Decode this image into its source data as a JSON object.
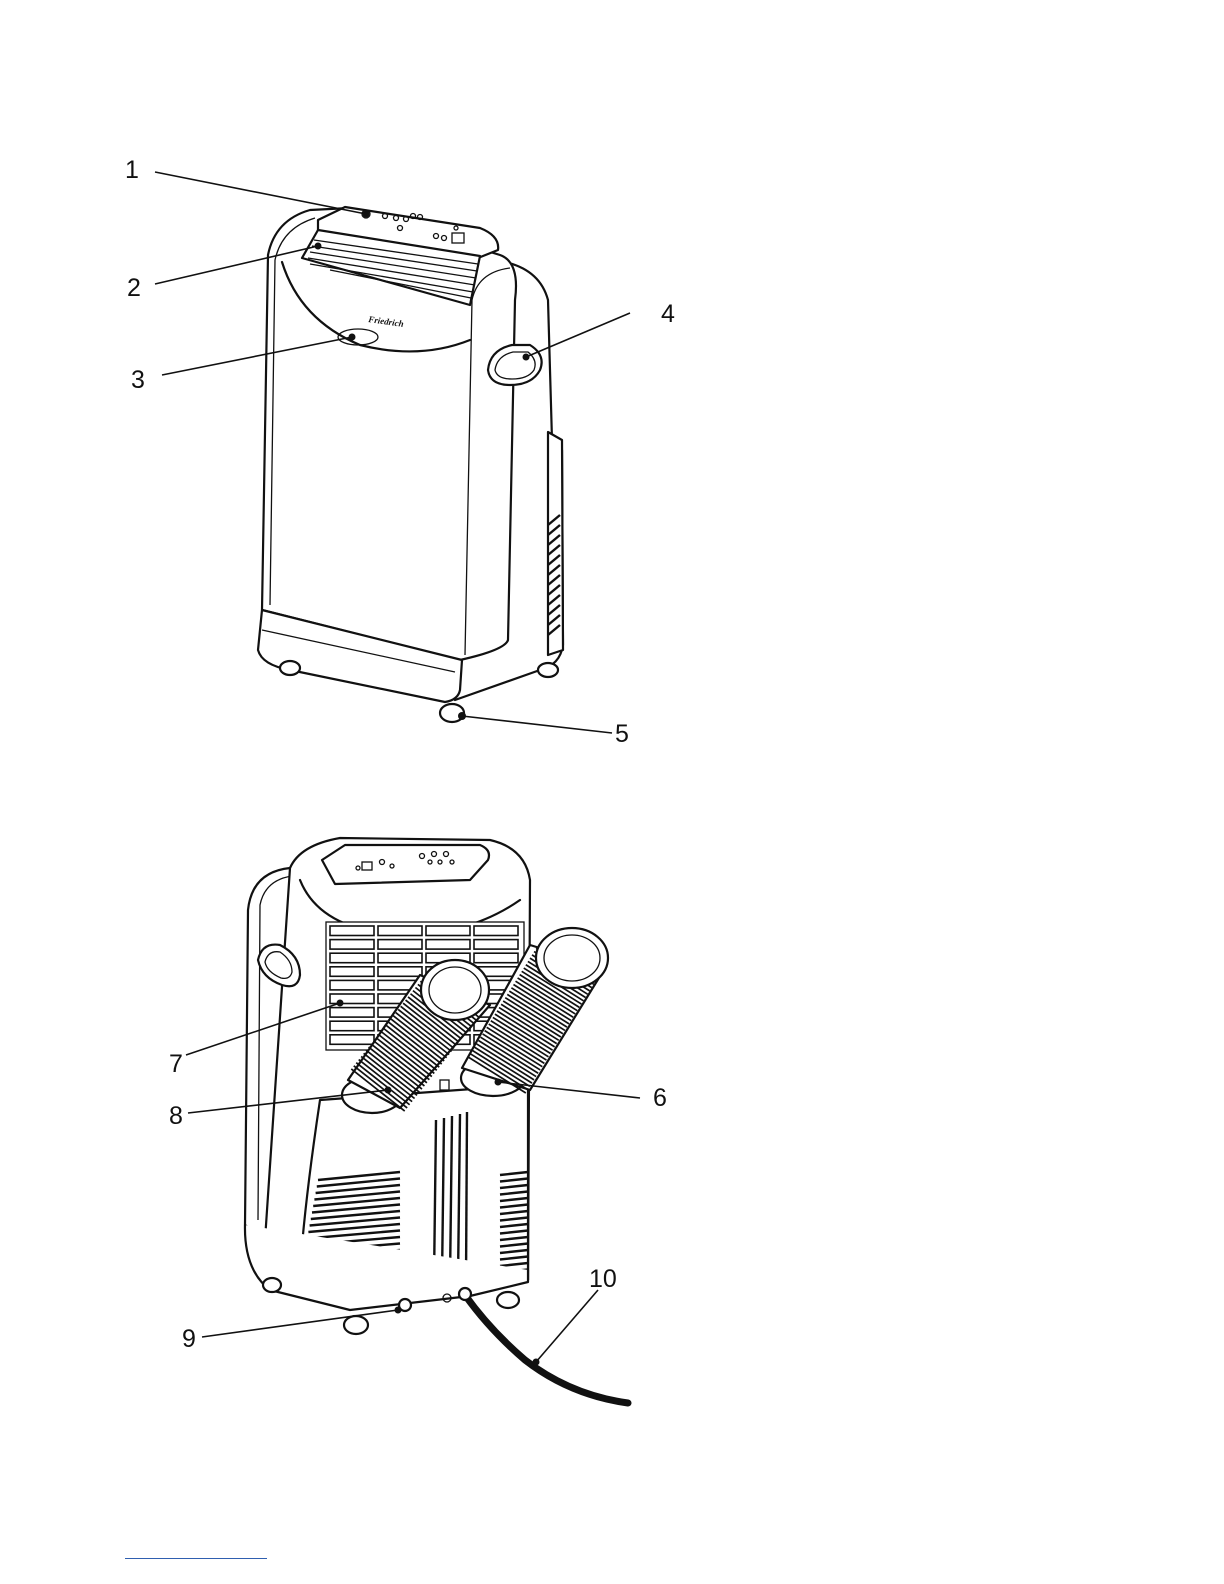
{
  "figure": {
    "front_view": {
      "callouts": [
        {
          "id": "1",
          "label": "1"
        },
        {
          "id": "2",
          "label": "2"
        },
        {
          "id": "3",
          "label": "3"
        },
        {
          "id": "4",
          "label": "4"
        },
        {
          "id": "5",
          "label": "5"
        }
      ],
      "brand_mark": "Friedrich"
    },
    "rear_view": {
      "callouts": [
        {
          "id": "6",
          "label": "6"
        },
        {
          "id": "7",
          "label": "7"
        },
        {
          "id": "8",
          "label": "8"
        },
        {
          "id": "9",
          "label": "9"
        },
        {
          "id": "10",
          "label": "10"
        }
      ]
    }
  },
  "colors": {
    "line": "#111111",
    "background": "#ffffff",
    "footer_rule": "#2f5fb0"
  }
}
